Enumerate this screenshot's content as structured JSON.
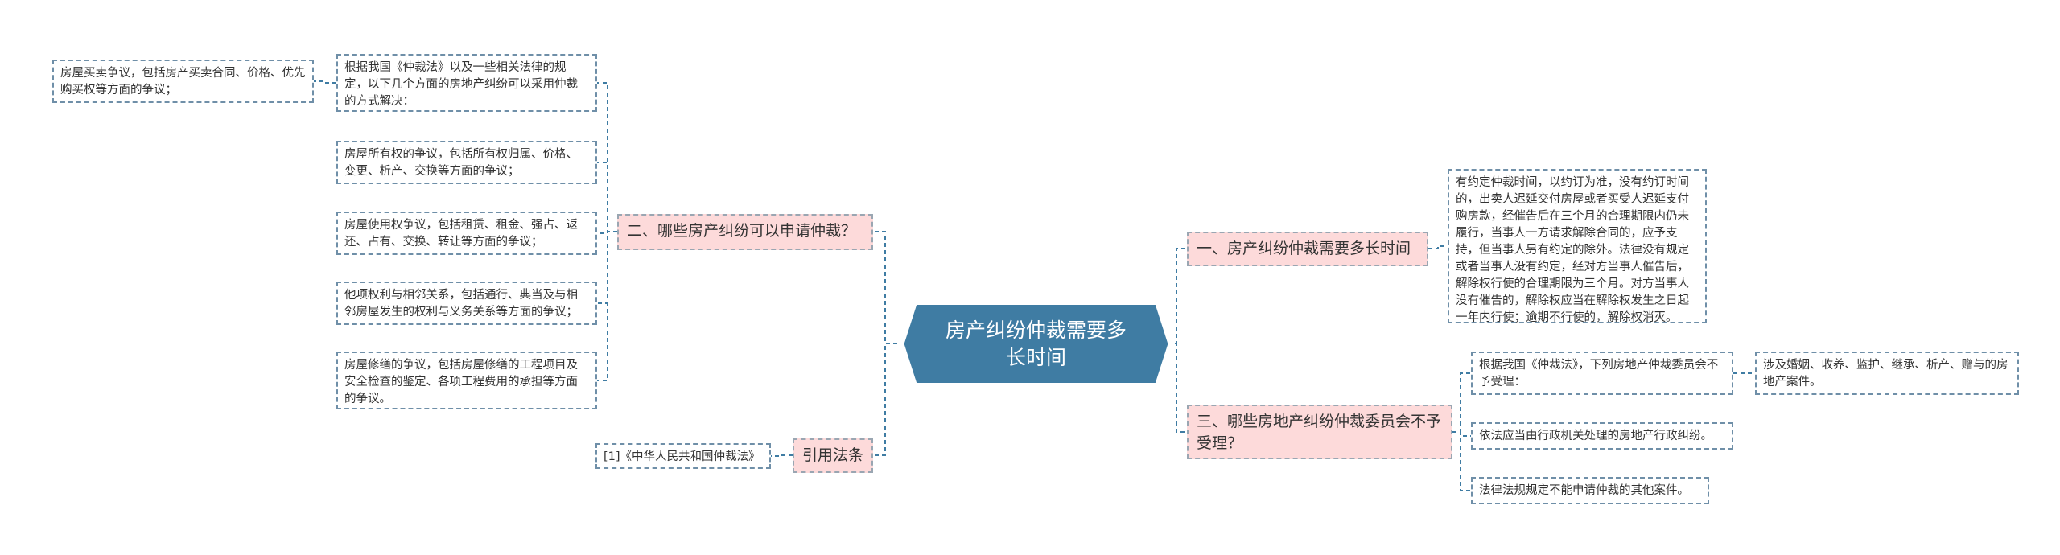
{
  "colors": {
    "root_fill": "#3f7ca3",
    "branch_fill": "#fddada",
    "line": "#3f7ca3",
    "leaf_border": "#6f8fa8"
  },
  "mindmap": {
    "root": "房产纠纷仲裁需要多长时间",
    "branches": {
      "b1": {
        "label": "一、房产纠纷仲裁需要多长时间",
        "children": [
          "有约定仲裁时间，以约订为准，没有约订时间的，出卖人迟延交付房屋或者买受人迟延支付购房款，经催告后在三个月的合理期限内仍未履行，当事人一方请求解除合同的，应予支持，但当事人另有约定的除外。法律没有规定或者当事人没有约定，经对方当事人催告后，解除权行使的合理期限为三个月。对方当事人没有催告的，解除权应当在解除权发生之日起一年内行使；逾期不行使的，解除权消灭。"
        ]
      },
      "b2": {
        "label": "二、哪些房产纠纷可以申请仲裁？",
        "children": [
          "根据我国《仲裁法》以及一些相关法律的规定，以下几个方面的房地产纠纷可以采用仲裁的方式解决：",
          "房屋所有权的争议，包括所有权归属、价格、变更、析产、交换等方面的争议；",
          "房屋使用权争议，包括租赁、租金、强占、返还、占有、交换、转让等方面的争议；",
          "他项权利与相邻关系，包括通行、典当及与相邻房屋发生的权利与义务关系等方面的争议；",
          "房屋修缮的争议，包括房屋修缮的工程项目及安全检查的鉴定、各项工程费用的承担等方面的争议。"
        ],
        "sub": "房屋买卖争议，包括房产买卖合同、价格、优先购买权等方面的争议；"
      },
      "b3": {
        "label": "三、哪些房地产纠纷仲裁委员会不予受理？",
        "children": [
          "根据我国《仲裁法》，下列房地产仲裁委员会不予受理：",
          "依法应当由行政机关处理的房地产行政纠纷。",
          "法律法规规定不能申请仲裁的其他案件。"
        ],
        "sub": "涉及婚姻、收养、监护、继承、析产、赠与的房地产案件。"
      },
      "b4": {
        "label": "引用法条",
        "children": [
          "[1]《中华人民共和国仲裁法》"
        ]
      }
    }
  }
}
